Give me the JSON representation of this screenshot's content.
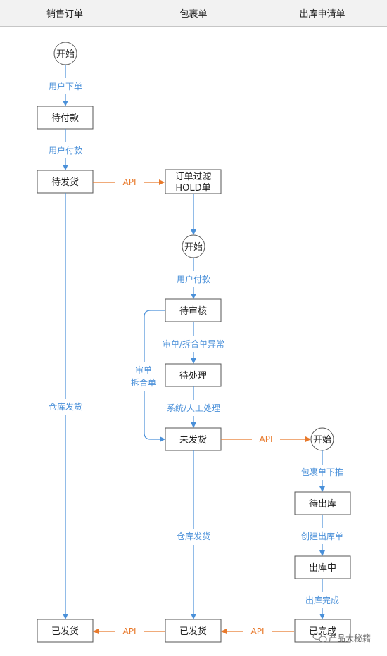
{
  "lanes": {
    "sales": "销售订单",
    "package": "包裹单",
    "outbound": "出库申请单"
  },
  "nodes": {
    "start1": "开始",
    "pending_payment": "待付款",
    "pending_shipment": "待发货",
    "order_filter_line1": "订单过滤",
    "order_filter_line2": "HOLD单",
    "start2": "开始",
    "pending_review": "待审核",
    "pending_process": "待处理",
    "not_shipped": "未发货",
    "start3": "开始",
    "pending_outbound": "待出库",
    "in_outbound": "出库中",
    "completed": "已完成",
    "shipped_package": "已发货",
    "shipped_sales": "已发货"
  },
  "labels": {
    "user_order": "用户下单",
    "user_pay_1": "用户付款",
    "api_1": "API",
    "user_pay_2": "用户付款",
    "review_split_exception": "审单/拆合单异常",
    "review_split_line1": "审单",
    "review_split_line2": "拆合单",
    "system_manual": "系统/人工处理",
    "api_2": "API",
    "package_push": "包裹单下推",
    "create_outbound": "创建出库单",
    "outbound_done": "出库完成",
    "warehouse_ship_1": "仓库发货",
    "warehouse_ship_2": "仓库发货",
    "api_3": "API",
    "api_4": "API"
  },
  "watermark": "产品大秘籍",
  "colors": {
    "blue": "#4a90d9",
    "orange": "#e8792b",
    "border": "#555555",
    "header_bg": "#f2f2f2",
    "lane_line": "#999999"
  }
}
